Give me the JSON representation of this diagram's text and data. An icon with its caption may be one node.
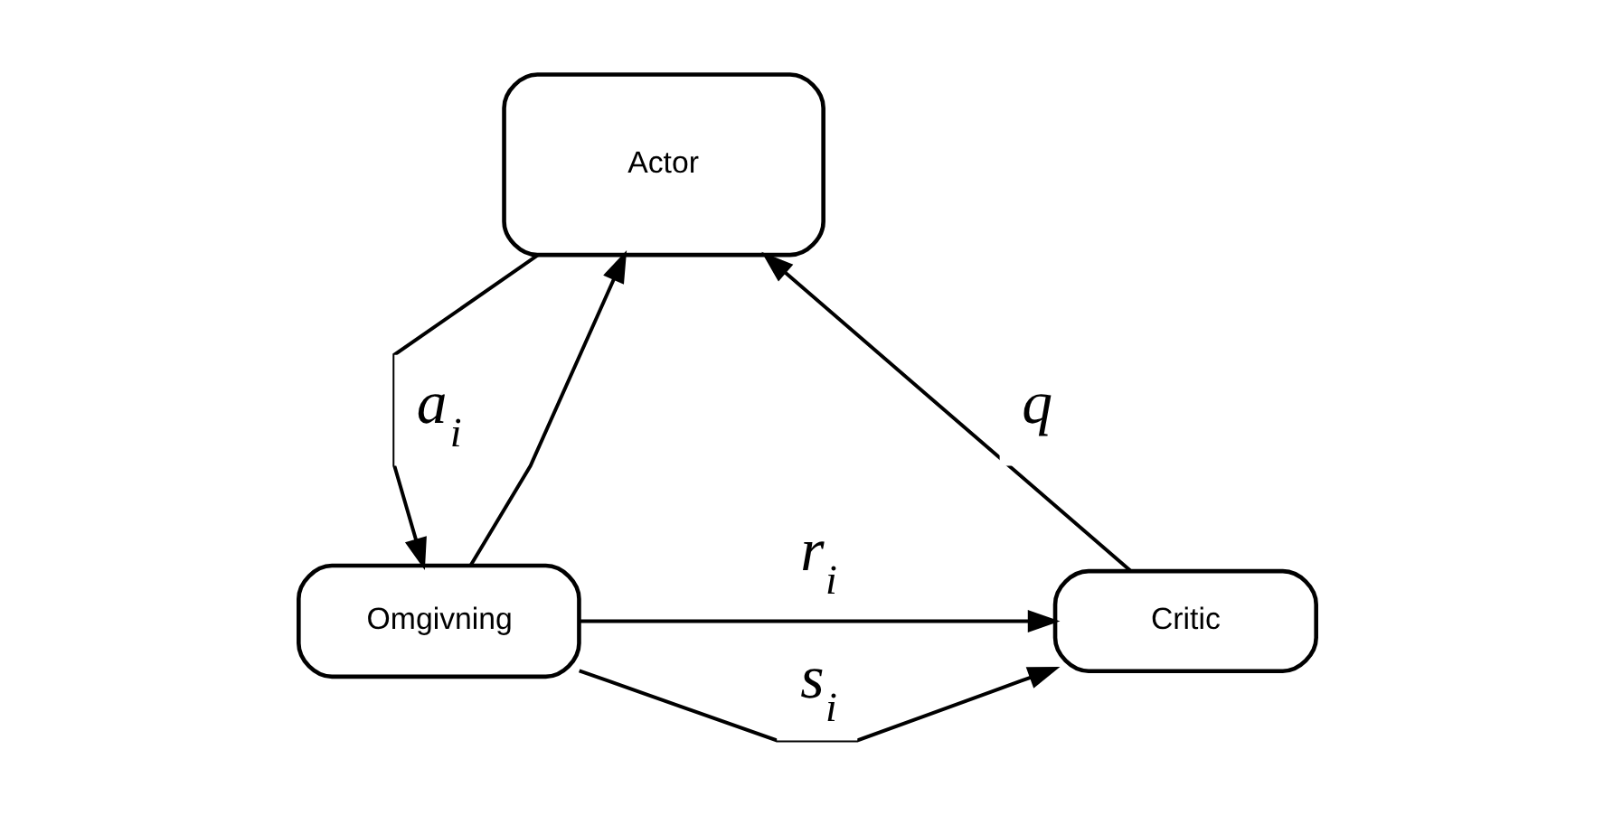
{
  "diagram": {
    "nodes": [
      {
        "text": [
          "Actor"
        ]
      },
      {
        "text": [
          "Critic"
        ]
      },
      {
        "text": [
          "Omgivning"
        ]
      }
    ],
    "edges": [
      {
        "from": 1,
        "to": 0,
        "arrow": "to",
        "label": "q"
      },
      {
        "from": 0,
        "to": 2,
        "arrow": "to",
        "label": "a$_{i}$"
      },
      {
        "from": 2,
        "to": 1,
        "arrow": "to",
        "label": "r$_{i}$"
      },
      {
        "from": 2,
        "to": 1,
        "arrow": "to",
        "label": "s$_{i}$"
      },
      {
        "from": 2,
        "to": 0,
        "arrow": "to"
      }
    ]
  }
}
